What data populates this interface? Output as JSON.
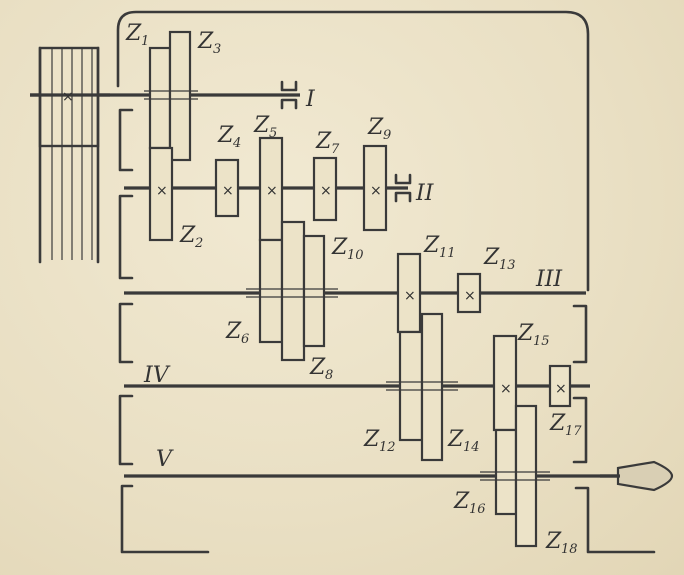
{
  "gears": [
    {
      "id": "z1",
      "letter": "Z",
      "sub": "1"
    },
    {
      "id": "z2",
      "letter": "Z",
      "sub": "2"
    },
    {
      "id": "z3",
      "letter": "Z",
      "sub": "3"
    },
    {
      "id": "z4",
      "letter": "Z",
      "sub": "4"
    },
    {
      "id": "z5",
      "letter": "Z",
      "sub": "5"
    },
    {
      "id": "z6",
      "letter": "Z",
      "sub": "6"
    },
    {
      "id": "z7",
      "letter": "Z",
      "sub": "7"
    },
    {
      "id": "z8",
      "letter": "Z",
      "sub": "8"
    },
    {
      "id": "z9",
      "letter": "Z",
      "sub": "9"
    },
    {
      "id": "z10",
      "letter": "Z",
      "sub": "10"
    },
    {
      "id": "z11",
      "letter": "Z",
      "sub": "11"
    },
    {
      "id": "z12",
      "letter": "Z",
      "sub": "12"
    },
    {
      "id": "z13",
      "letter": "Z",
      "sub": "13"
    },
    {
      "id": "z14",
      "letter": "Z",
      "sub": "14"
    },
    {
      "id": "z15",
      "letter": "Z",
      "sub": "15"
    },
    {
      "id": "z16",
      "letter": "Z",
      "sub": "16"
    },
    {
      "id": "z17",
      "letter": "Z",
      "sub": "17"
    },
    {
      "id": "z18",
      "letter": "Z",
      "sub": "18"
    }
  ],
  "shafts": {
    "I": "I",
    "II": "II",
    "III": "III",
    "IV": "IV",
    "V": "V"
  }
}
